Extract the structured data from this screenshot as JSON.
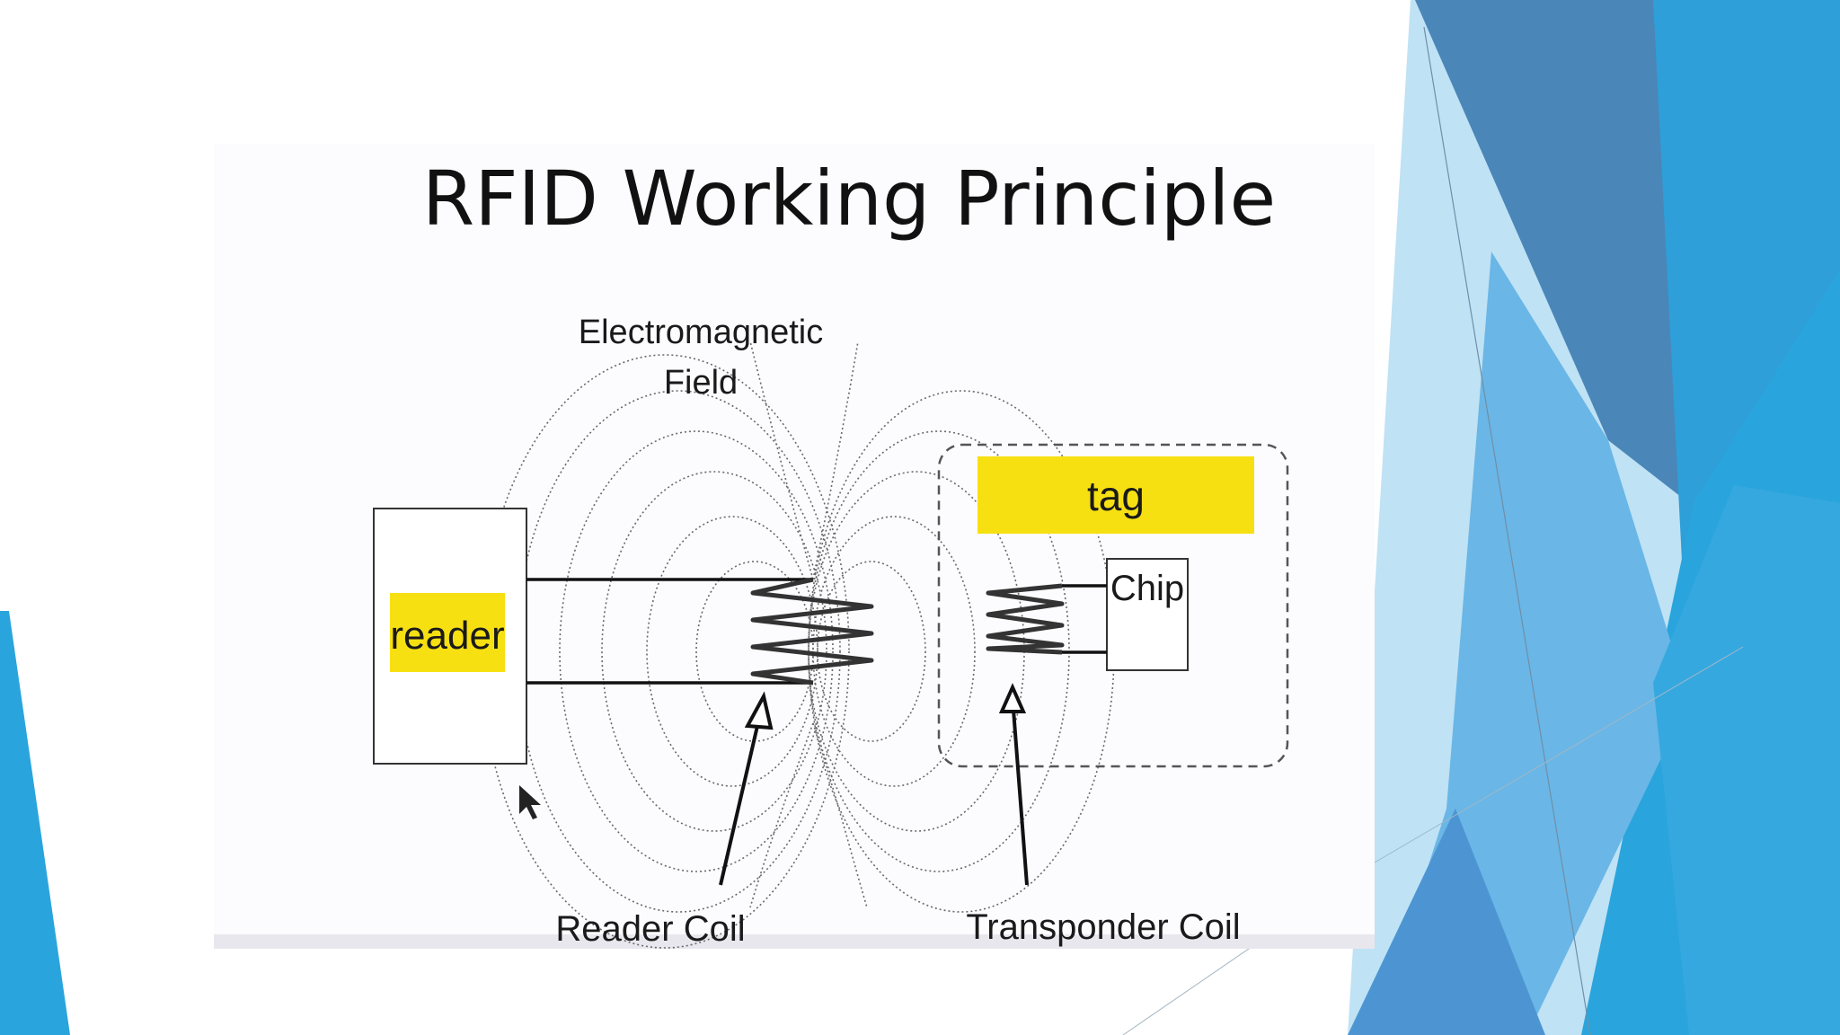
{
  "title": "RFID Working Principle",
  "labels": {
    "field_line1": "Electromagnetic",
    "field_line2": "Field",
    "reader": "reader",
    "tag": "tag",
    "chip": "Chip",
    "reader_coil": "Reader Coil",
    "transponder_coil": "Transponder Coil"
  },
  "colors": {
    "highlight": "#f7e012",
    "accent_blue_light": "#29a9e0",
    "accent_blue_mid": "#3f8fd0",
    "accent_blue_dark": "#3b7fb5",
    "accent_blue_pale": "#bfe2f5"
  }
}
